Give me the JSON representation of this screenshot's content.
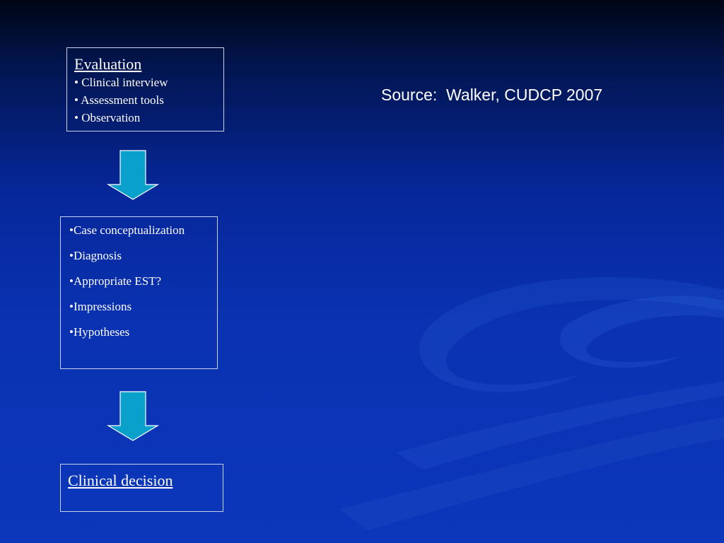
{
  "evaluation": {
    "title": "Evaluation",
    "items": [
      "• Clinical interview",
      "• Assessment tools",
      "• Observation"
    ]
  },
  "case": {
    "items": [
      "•Case conceptualization",
      "•Diagnosis",
      "•Appropriate EST?",
      "•Impressions",
      "•Hypotheses"
    ]
  },
  "decision": {
    "title": "Clinical decision"
  },
  "source": {
    "text": "Source:  Walker, CUDCP 2007"
  },
  "colors": {
    "arrow_fill": "#0aa0cc",
    "arrow_stroke": "#ffffff",
    "box_border": "#c8d2f0"
  }
}
